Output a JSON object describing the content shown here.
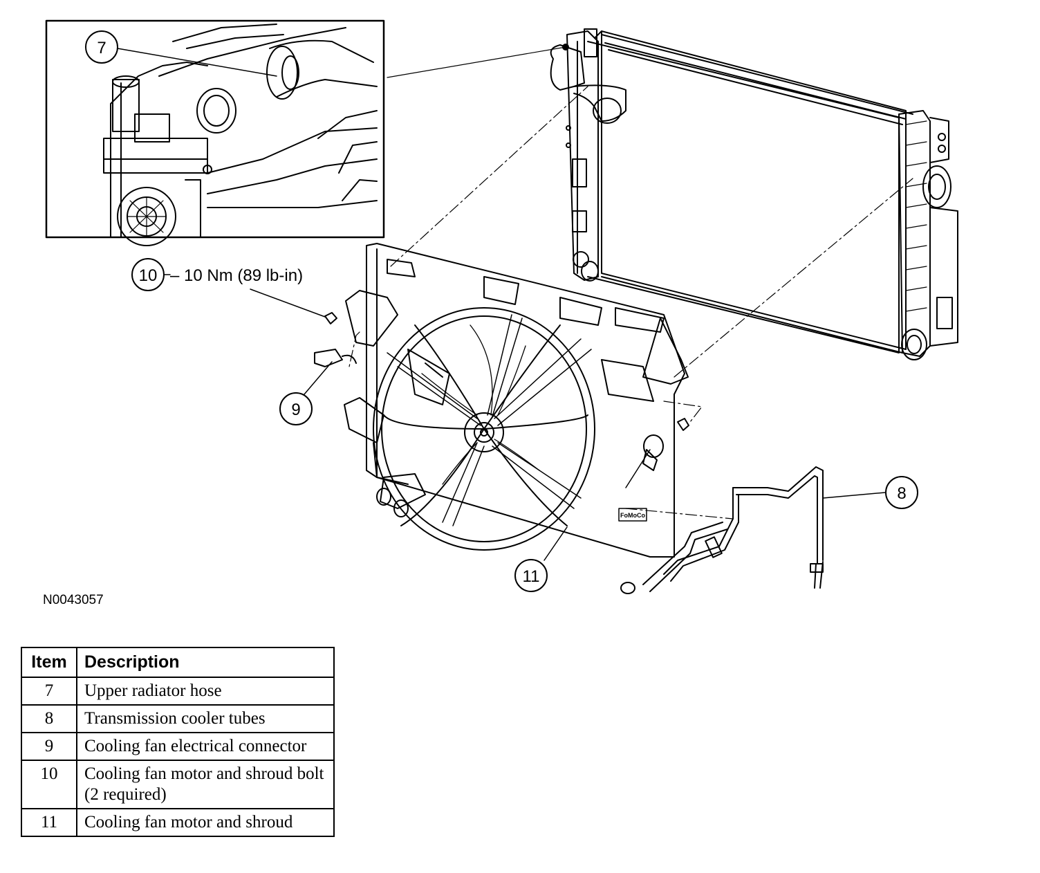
{
  "figure_id": "N0043057",
  "callouts": {
    "c7": "7",
    "c8": "8",
    "c9": "9",
    "c10": "10",
    "c10_torque": "– 10 Nm (89 lb-in)",
    "c11": "11"
  },
  "legend": {
    "header_item": "Item",
    "header_description": "Description",
    "rows": [
      {
        "item": "7",
        "description": "Upper radiator hose"
      },
      {
        "item": "8",
        "description": "Transmission cooler tubes"
      },
      {
        "item": "9",
        "description": "Cooling fan electrical connector"
      },
      {
        "item": "10",
        "description": "Cooling fan motor and shroud bolt (2 required)"
      },
      {
        "item": "11",
        "description": "Cooling fan motor and shroud"
      }
    ]
  },
  "shroud_logo": "FoMoCo"
}
